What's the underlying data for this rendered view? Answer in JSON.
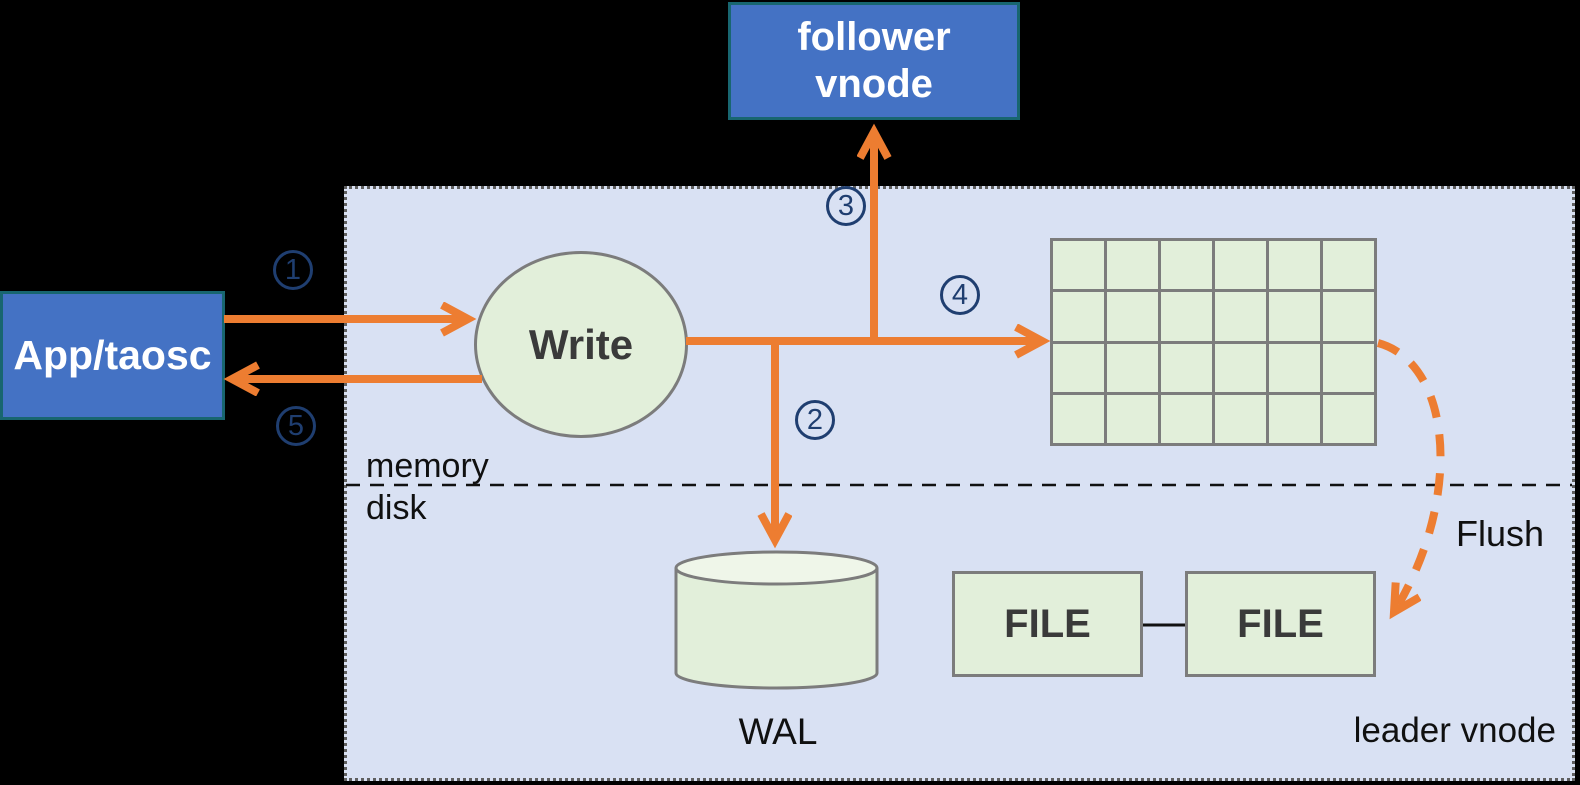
{
  "nodes": {
    "app": {
      "label": "App/taosc"
    },
    "follower_vnode": {
      "line1": "follower",
      "line2": "vnode"
    },
    "write": {
      "label": "Write"
    },
    "wal": {
      "label": "WAL"
    },
    "file_left": {
      "label": "FILE"
    },
    "file_right": {
      "label": "FILE"
    }
  },
  "labels": {
    "memory": "memory",
    "disk": "disk",
    "flush": "Flush",
    "leader_vnode": "leader vnode"
  },
  "steps": {
    "step1": "1",
    "step2": "2",
    "step3": "3",
    "step4": "4",
    "step5": "5"
  },
  "grid": {
    "rows": 4,
    "cols": 6
  },
  "colors": {
    "background": "#000000",
    "panel_fill": "#D9E1F3",
    "node_green": "#E2EFDA",
    "node_blue": "#4472C4",
    "blue_border": "#186670",
    "gray_border": "#7C7C7C",
    "arrow_orange": "#ED7D31",
    "step_navy": "#1F3E70"
  }
}
